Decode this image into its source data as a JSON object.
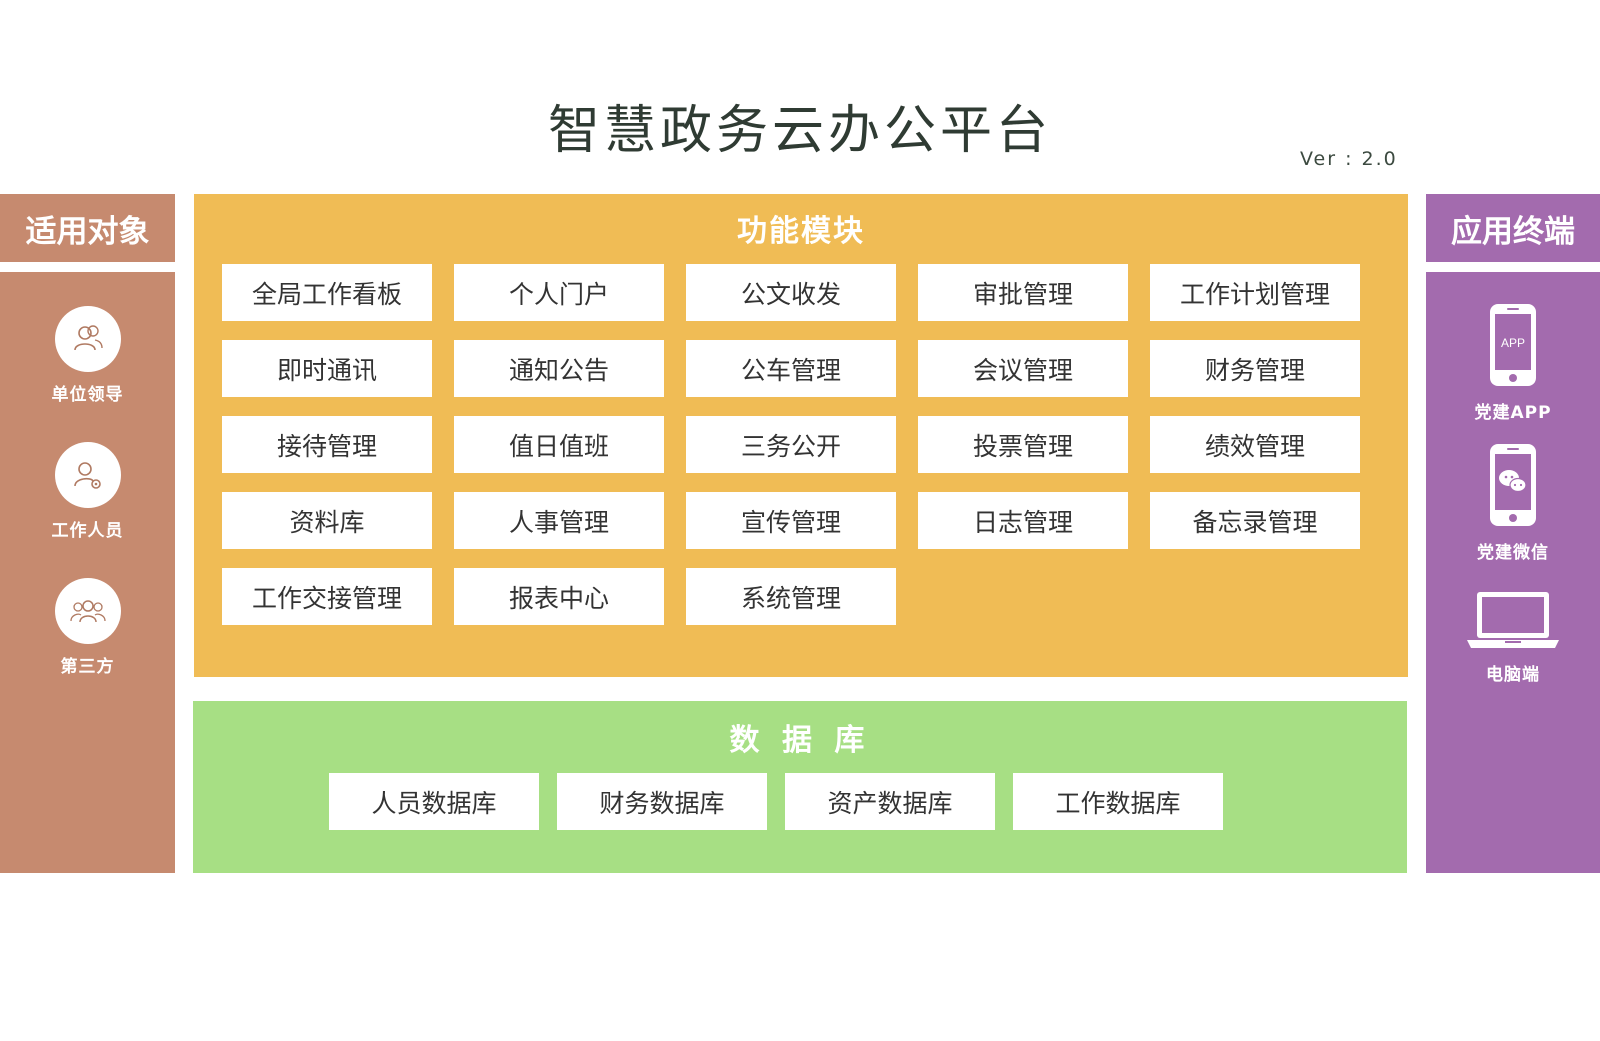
{
  "header": {
    "title": "智慧政务云办公平台",
    "version": "Ver : 2.0"
  },
  "left": {
    "title": "适用对象",
    "items": [
      {
        "label": "单位领导",
        "icon": "users-icon"
      },
      {
        "label": "工作人员",
        "icon": "user-settings-icon"
      },
      {
        "label": "第三方",
        "icon": "group-icon"
      }
    ]
  },
  "right": {
    "title": "应用终端",
    "items": [
      {
        "label": "党建APP",
        "icon": "phone-app-icon",
        "icon_text": "APP"
      },
      {
        "label": "党建微信",
        "icon": "phone-wechat-icon"
      },
      {
        "label": "电脑端",
        "icon": "laptop-icon"
      }
    ]
  },
  "modules": {
    "title": "功能模块",
    "items": [
      "全局工作看板",
      "个人门户",
      "公文收发",
      "审批管理",
      "工作计划管理",
      "即时通讯",
      "通知公告",
      "公车管理",
      "会议管理",
      "财务管理",
      "接待管理",
      "值日值班",
      "三务公开",
      "投票管理",
      "绩效管理",
      "资料库",
      "人事管理",
      "宣传管理",
      "日志管理",
      "备忘录管理",
      "工作交接管理",
      "报表中心",
      "系统管理"
    ]
  },
  "database": {
    "title": "数 据 库",
    "items": [
      "人员数据库",
      "财务数据库",
      "资产数据库",
      "工作数据库"
    ]
  },
  "colors": {
    "left_panel": "#c68a6f",
    "right_panel": "#a36bae",
    "module_panel": "#f0bc55",
    "database_panel": "#a7df84"
  }
}
